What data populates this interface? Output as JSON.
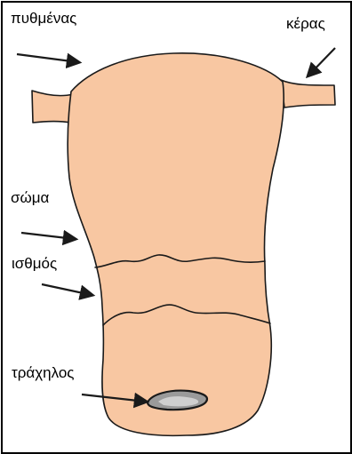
{
  "labels": {
    "fundus": "πυθμένας",
    "horn": "κέρας",
    "body": "σώμα",
    "isthmus": "ισθμός",
    "cervix": "τράχηλος"
  },
  "colors": {
    "organ_fill": "#f8c7a2",
    "outline": "#1a1a1a",
    "opening_fill": "#9a9a9a",
    "text": "#000000",
    "frame": "#000000"
  }
}
